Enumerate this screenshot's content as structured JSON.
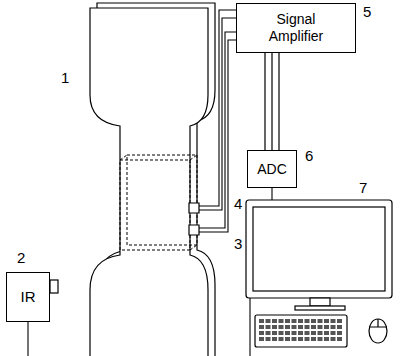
{
  "diagram": {
    "nodes": [
      {
        "text": [
          "Signal Amplifier"
        ]
      },
      {
        "text": [
          "ADC"
        ]
      },
      {
        "text": [
          "IR"
        ]
      }
    ],
    "edges": [
      {
        "from": 0,
        "to": 1,
        "arrow": "none"
      }
    ],
    "labels": [
      "1",
      "2",
      "3",
      "4",
      "5",
      "6",
      "7"
    ]
  }
}
